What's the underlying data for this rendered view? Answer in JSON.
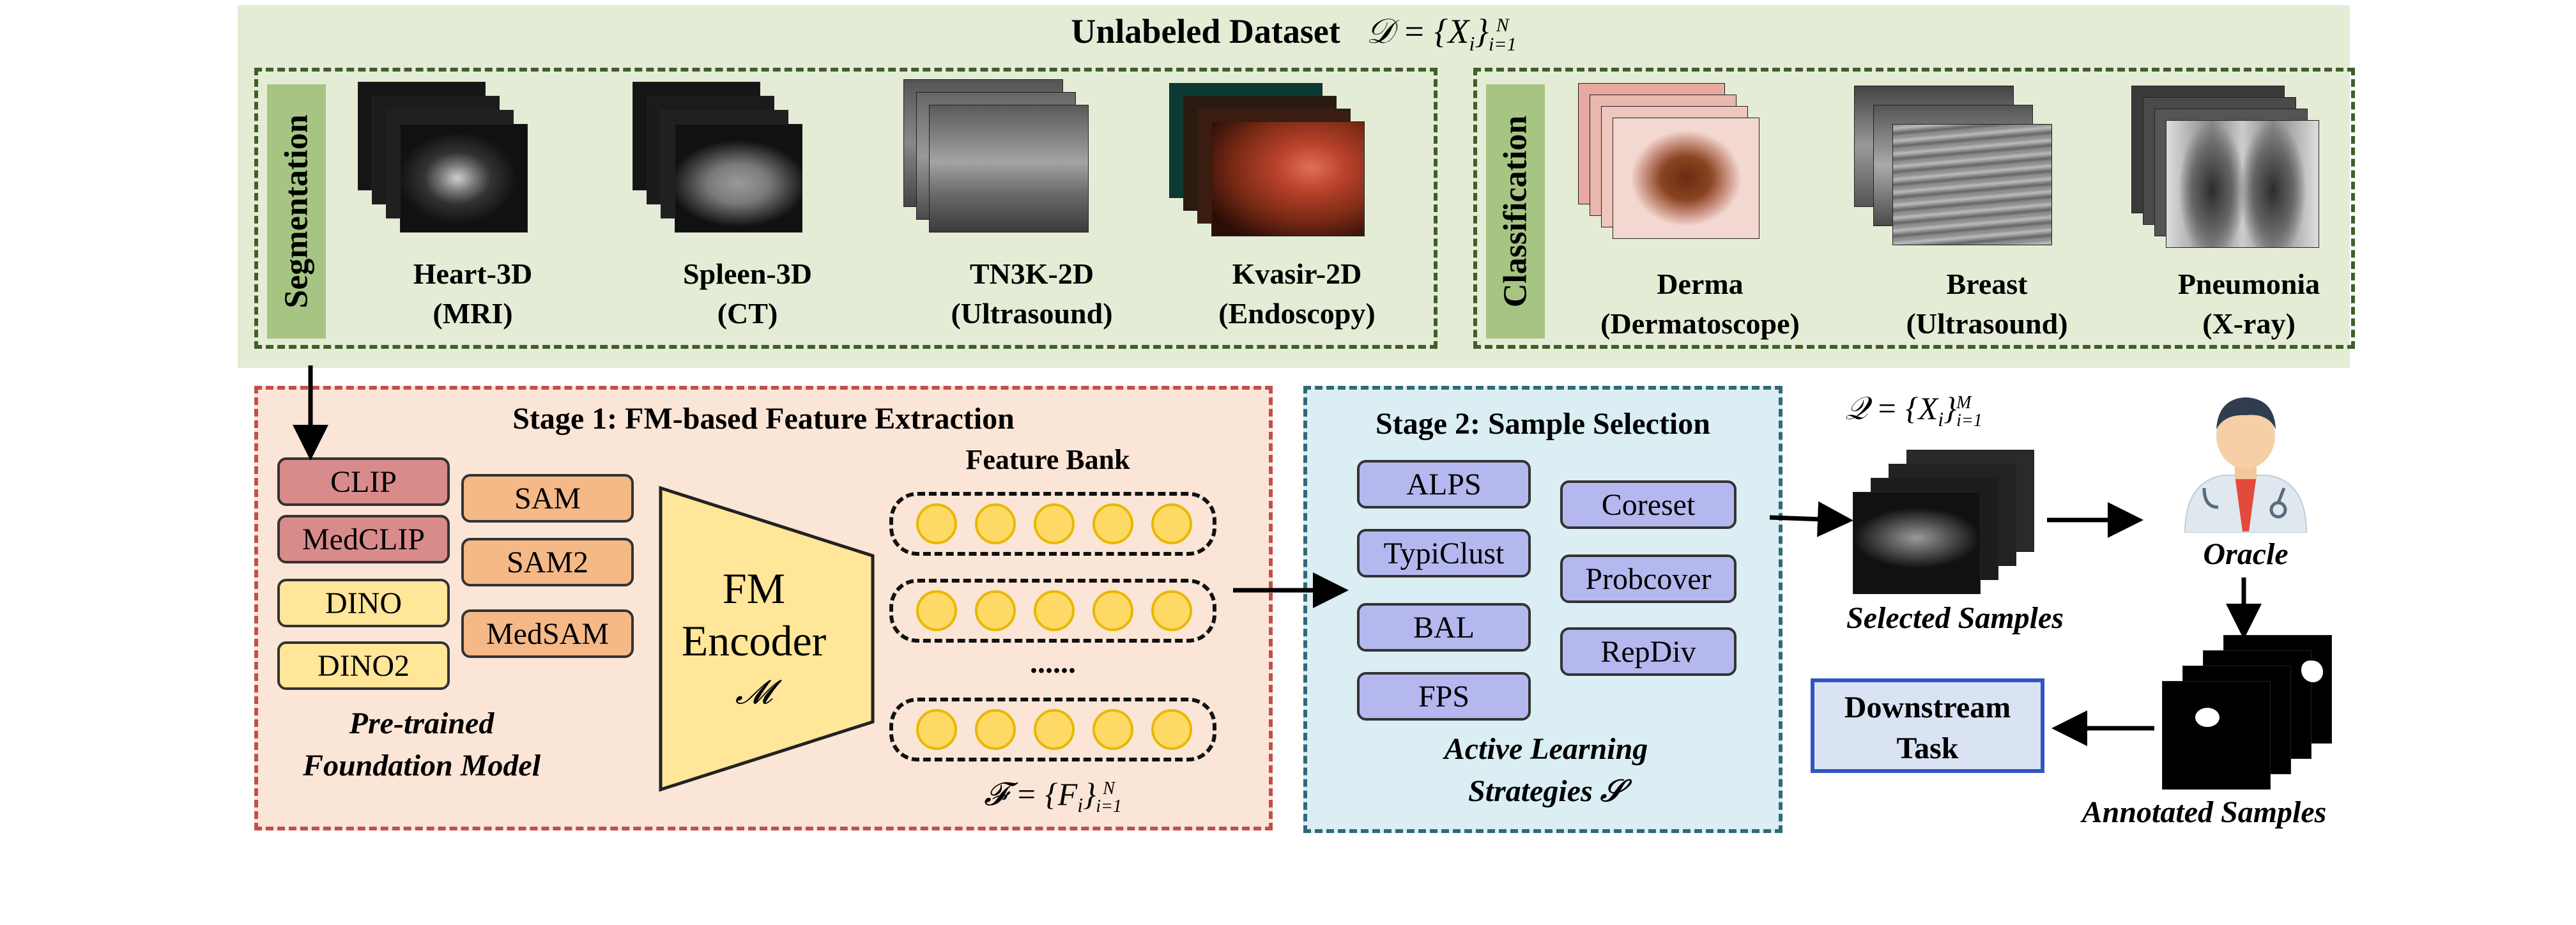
{
  "dataset": {
    "title": "Unlabeled Dataset",
    "formula_name": "𝒟",
    "formula_rest": " = {X",
    "formula_sub": "i",
    "formula_end": "}",
    "sup": "N",
    "sub": "i=1",
    "segmentation_label": "Segmentation",
    "classification_label": "Classification",
    "segmentation_items": [
      {
        "name": "Heart-3D",
        "modality": "(MRI)"
      },
      {
        "name": "Spleen-3D",
        "modality": "(CT)"
      },
      {
        "name": "TN3K-2D",
        "modality": "(Ultrasound)"
      },
      {
        "name": "Kvasir-2D",
        "modality": "(Endoscopy)"
      }
    ],
    "classification_items": [
      {
        "name": "Derma",
        "modality": "(Dermatoscope)"
      },
      {
        "name": "Breast",
        "modality": "(Ultrasound)"
      },
      {
        "name": "Pneumonia",
        "modality": "(X-ray)"
      }
    ]
  },
  "stage1": {
    "title": "Stage 1: FM-based Feature Extraction",
    "models_left": [
      "CLIP",
      "MedCLIP",
      "DINO",
      "DINO2"
    ],
    "models_right": [
      "SAM",
      "SAM2",
      "MedSAM"
    ],
    "caption_line1": "Pre-trained",
    "caption_line2": "Foundation Model",
    "encoder_line1": "FM",
    "encoder_line2": "Encoder",
    "encoder_symbol": "𝓜",
    "feature_bank_label": "Feature Bank",
    "ellipsis": "......",
    "feature_formula": "𝓕 = {F",
    "feature_sub": "i",
    "feature_end": "}",
    "feature_sup": "N",
    "feature_subrange": "i=1"
  },
  "stage2": {
    "title": "Stage 2: Sample Selection",
    "strategies_left": [
      "ALPS",
      "TypiClust",
      "BAL",
      "FPS"
    ],
    "strategies_right": [
      "Coreset",
      "Probcover",
      "RepDiv"
    ],
    "caption_line1": "Active Learning",
    "caption_line2": "Strategies 𝒮"
  },
  "output": {
    "query_formula": "𝒬 = {X",
    "query_sub": "i",
    "query_end": "}",
    "query_sup": "M",
    "query_subrange": "i=1",
    "selected_label": "Selected Samples",
    "oracle_label": "Oracle",
    "annotated_label": "Annotated Samples",
    "downstream_line1": "Downstream",
    "downstream_line2": "Task"
  },
  "colors": {
    "panel_green": "#e4ecd6",
    "stage1_bg": "#fbe5d6",
    "stage1_border": "#c0504d",
    "stage2_bg": "#daeef3",
    "stage2_border": "#31697a",
    "encoder_fill": "#ffe699",
    "downstream_border": "#2f55c4"
  }
}
